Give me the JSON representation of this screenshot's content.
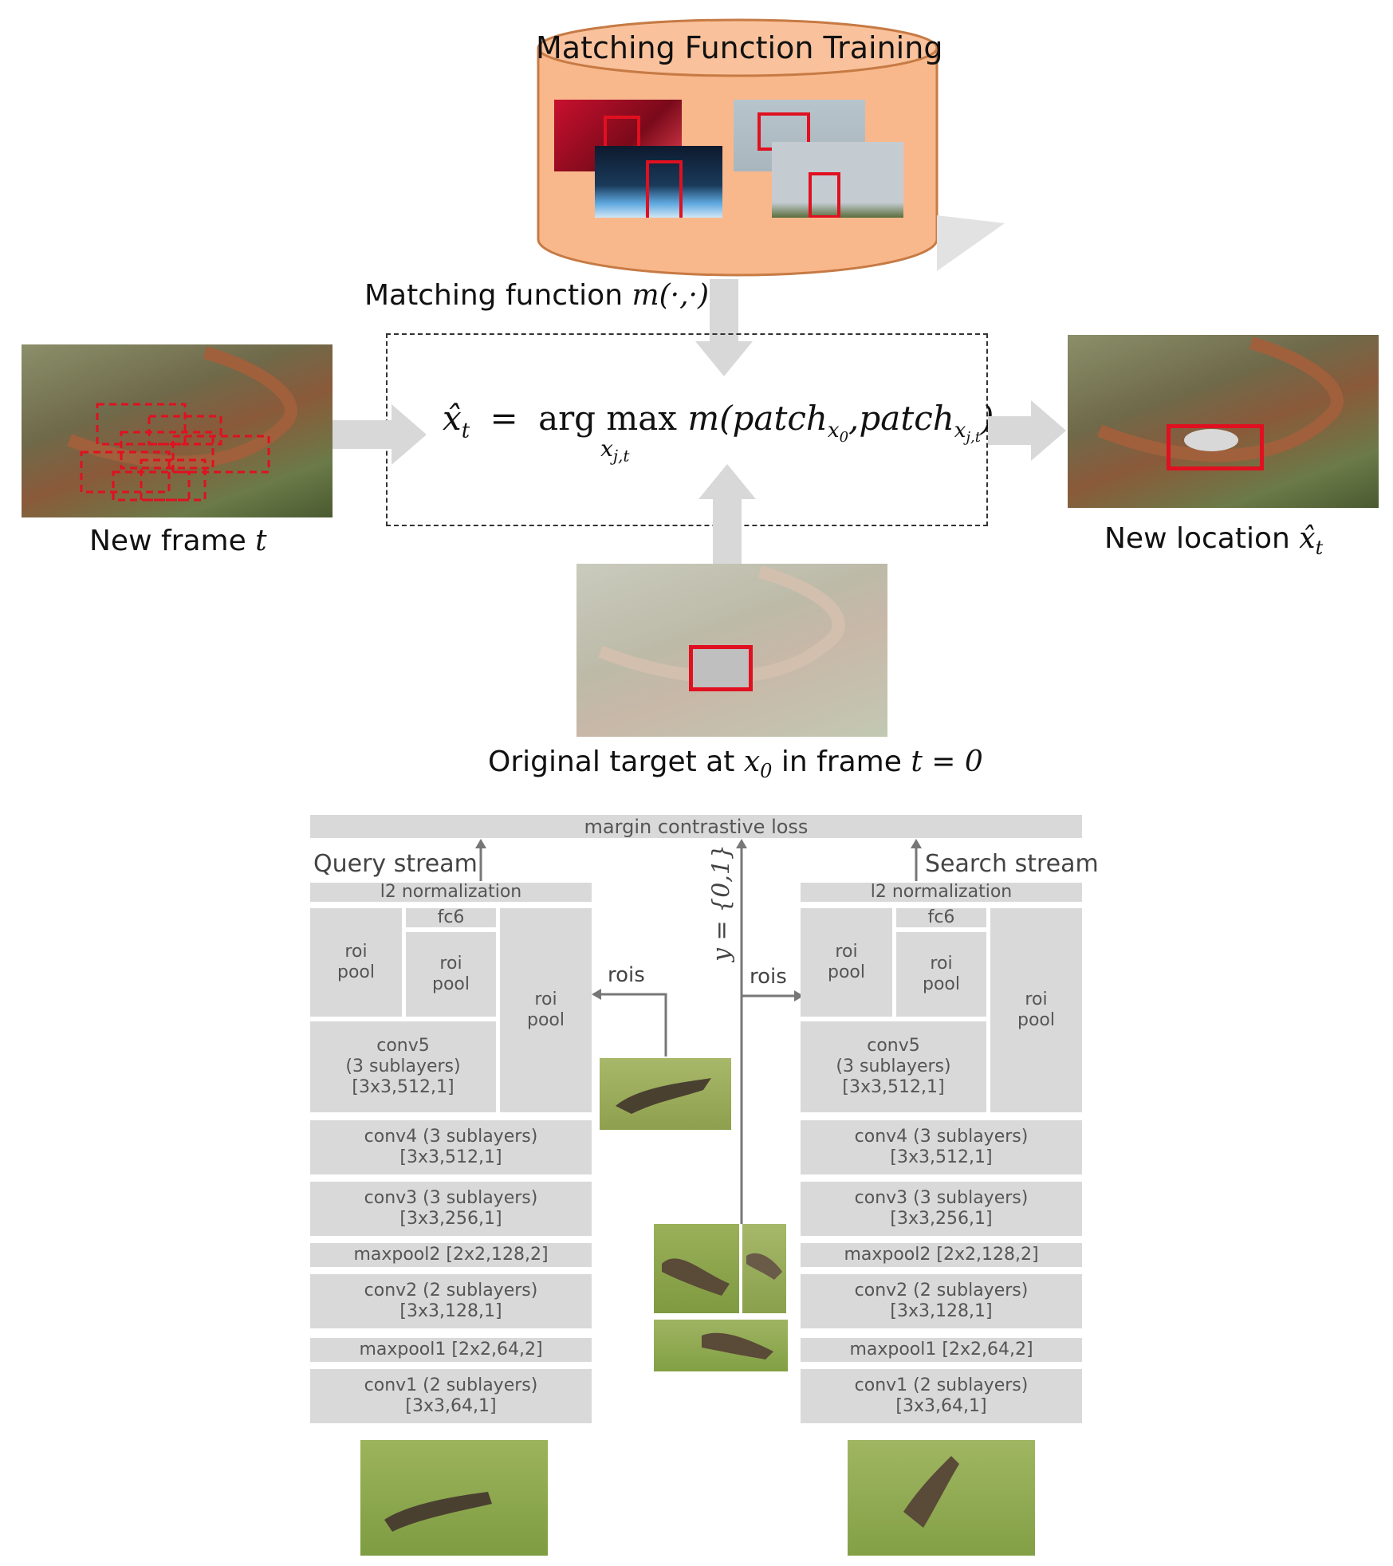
{
  "top": {
    "db_title": "Matching Function Training",
    "matching_fn_prefix": "Matching function ",
    "matching_fn_math": "m(·,·)",
    "new_frame_prefix": "New frame ",
    "new_frame_var": "t",
    "new_location_prefix": "New location ",
    "new_location_var": "x̂",
    "new_location_sub": "t",
    "original_prefix": "Original target at ",
    "original_var": "x",
    "original_sub": "0",
    "original_mid": " in frame ",
    "original_eq": "t = 0",
    "equation": {
      "lhs": "x̂",
      "lhs_sub": "t",
      "eq": "=",
      "argmax": "arg max",
      "argmax_sub": "x",
      "argmax_sub2": "j,t",
      "body": "m(patch",
      "sub1": "x",
      "sub1b": "0",
      "comma": ",patch",
      "sub2": "x",
      "sub2b": "j,t",
      "close": ")"
    }
  },
  "network": {
    "loss": "margin contrastive loss",
    "query_stream": "Query stream",
    "search_stream": "Search stream",
    "y_label": "y = {0,1}",
    "rois_left": "rois",
    "rois_right": "rois",
    "layers": {
      "l2": "l2 normalization",
      "fc6": "fc6",
      "roi_pool": "roi\npool",
      "conv5": "conv5\n(3 sublayers)\n[3x3,512,1]",
      "conv4": "conv4 (3 sublayers)\n[3x3,512,1]",
      "conv3": "conv3 (3 sublayers)\n[3x3,256,1]",
      "maxpool2": "maxpool2 [2x2,128,2]",
      "conv2": "conv2 (2 sublayers)\n[3x3,128,1]",
      "maxpool1": "maxpool1 [2x2,64,2]",
      "conv1": "conv1 (2 sublayers)\n[3x3,64,1]"
    }
  },
  "colors": {
    "cylinder": "#f8b88c",
    "cylinder_stroke": "#c77a44",
    "red_box": "#e01020",
    "arrow_gray": "#d8d8d8",
    "layer_gray": "#d9d9d9"
  }
}
